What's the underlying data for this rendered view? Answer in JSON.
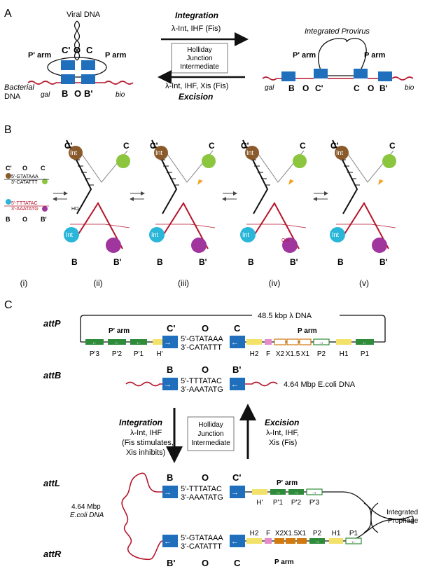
{
  "colors": {
    "box_blue": "#1f6fbd",
    "bact_red": "#b5162b",
    "yellow": "#f3e26a",
    "green": "#2e8b3a",
    "orange": "#d07a10",
    "pink": "#e58bc8",
    "brown": "#8a5a2b",
    "cyan": "#29b6d8",
    "magenta": "#a0359d",
    "lime": "#8cc63f",
    "arrow_orange": "#f3a221"
  },
  "panelA": {
    "label": "A",
    "viral_dna": "Viral DNA",
    "p_prime_arm": "P' arm",
    "p_arm": "P arm",
    "c_prime": "C'",
    "o": "O",
    "c": "C",
    "b": "B",
    "b_prime": "B'",
    "bacterial": "Bacterial",
    "dna": "DNA",
    "gal": "gal",
    "bio": "bio",
    "integration": "Integration",
    "integration_factors": "λ-Int, IHF (Fis)",
    "holliday_1": "Holliday",
    "holliday_2": "Junction",
    "holliday_3": "Intermediate",
    "excision_factors": "λ-Int, IHF, Xis (Fis)",
    "excision": "Excision",
    "integrated_provirus": "Integrated Provirus",
    "right_p_prime_arm": "P' arm",
    "right_p_arm": "P arm",
    "right_gal": "gal",
    "right_bio": "bio",
    "right_b": "B",
    "right_o1": "O",
    "right_c_prime": "C'",
    "right_c": "C",
    "right_o2": "O",
    "right_b_prime": "B'"
  },
  "panelB": {
    "label": "B",
    "small_c_prime": "C'",
    "small_o": "O",
    "small_c": "C",
    "small_top_seq1": "5'-GTATAAA",
    "small_top_seq2": "3'-CATATTT",
    "small_bot_seq1": "5'-TTTATAC",
    "small_bot_seq2": "3'-AAATATG",
    "small_b": "B",
    "small_o2": "O",
    "small_b_prime": "B'",
    "int": "Int",
    "oh": "OH",
    "ho": "HO",
    "stage_labels": [
      "(i)",
      "(ii)",
      "(iii)",
      "(iv)",
      "(v)"
    ],
    "top_c_prime": "C'",
    "top_c": "C",
    "bot_b": "B",
    "bot_b_prime": "B'"
  },
  "panelC": {
    "label": "C",
    "attP": "attP",
    "attB": "attB",
    "attL": "attL",
    "attR": "attR",
    "lambda_dna": "48.5 kbp λ DNA",
    "p_prime_arm": "P' arm",
    "p_arm": "P arm",
    "c_prime": "C'",
    "o": "O",
    "c": "C",
    "attP_seq1": "5'-GTATAAA",
    "attP_seq2": "3'-CATATTT",
    "attP_sites_left": [
      "P'3",
      "P'2",
      "P'1",
      "H'"
    ],
    "attP_sites_right": [
      "H2",
      "F",
      "X2",
      "X1.5",
      "X1",
      "P2",
      "H1",
      "P1"
    ],
    "b": "B",
    "b_prime": "B'",
    "attB_seq1": "5'-TTTATAC",
    "attB_seq2": "3'-AAATATG",
    "ecoli_dna": "4.64 Mbp E.coli DNA",
    "integration": "Integration",
    "integration_factors": "λ-Int, IHF",
    "integration_note1": "(Fis stimulates,",
    "integration_note2": "Xis inhibits)",
    "holliday_1": "Holliday",
    "holliday_2": "Junction",
    "holliday_3": "Intermediate",
    "excision": "Excision",
    "excision_factors1": "λ-Int, IHF,",
    "excision_factors2": "Xis (Fis)",
    "attL_b": "B",
    "attL_o": "O",
    "attL_c_prime": "C'",
    "attL_seq1": "5'-TTTATAC",
    "attL_seq2": "3'-AAATATG",
    "attL_p_prime_arm": "P' arm",
    "attL_sites": [
      "H'",
      "P'1",
      "P'2",
      "P'3"
    ],
    "ecoli_1": "4.64 Mbp",
    "ecoli_2": "E.coli DNA",
    "integrated_1": "Integrated",
    "integrated_2": "Prophage",
    "attR_seq1": "5'-GTATAAA",
    "attR_seq2": "3'-CATATTT",
    "attR_sites": [
      "H2",
      "F",
      "X2",
      "X1.5",
      "X1",
      "P2",
      "H1",
      "P1"
    ],
    "attR_p_arm": "P arm",
    "attR_b_prime": "B'",
    "attR_o": "O",
    "attR_c": "C"
  }
}
